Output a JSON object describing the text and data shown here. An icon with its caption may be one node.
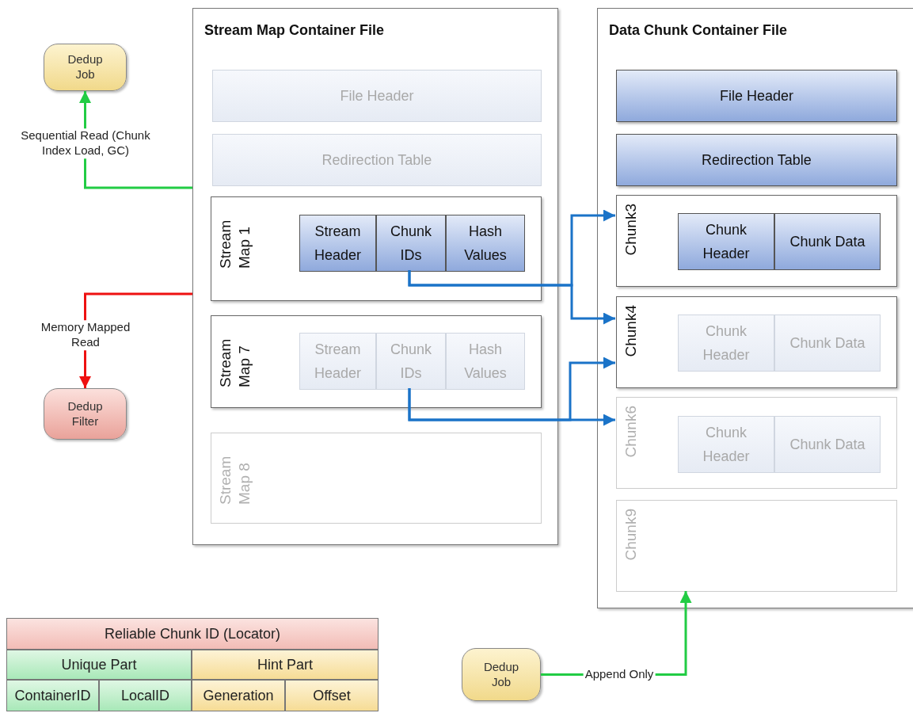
{
  "diagram": {
    "nodes": [
      {
        "text": [
          "Dedup Job"
        ]
      },
      {
        "text": [
          "Dedup Filter"
        ]
      },
      {
        "text": [
          "Stream Map Container File"
        ]
      },
      {
        "text": [
          "File Header"
        ],
        "in": 2
      },
      {
        "text": [
          "Redirection Table"
        ],
        "in": 2
      },
      {
        "text": [
          "Stream Map 1"
        ],
        "in": 2
      },
      {
        "text": [
          "Stream Header"
        ],
        "in": 5
      },
      {
        "text": [
          "Chunk IDs"
        ],
        "in": 5
      },
      {
        "text": [
          "Hash Values"
        ],
        "in": 5
      },
      {
        "text": [
          "Stream Map 7"
        ],
        "in": 2
      },
      {
        "text": [
          "Stream Header"
        ],
        "in": 9
      },
      {
        "text": [
          "Chunk IDs"
        ],
        "in": 9
      },
      {
        "text": [
          "Hash Values"
        ],
        "in": 9
      },
      {
        "text": [
          "Stream Map 8"
        ],
        "in": 2
      },
      {
        "text": [
          "Data Chunk Container File"
        ]
      },
      {
        "text": [
          "File Header"
        ],
        "in": 14
      },
      {
        "text": [
          "Redirection Table"
        ],
        "in": 14
      },
      {
        "text": [
          "Chunk3"
        ],
        "in": 14
      },
      {
        "text": [
          "Chunk Header"
        ],
        "in": 17
      },
      {
        "text": [
          "Chunk Data"
        ],
        "in": 17
      },
      {
        "text": [
          "Chunk4"
        ],
        "in": 14
      },
      {
        "text": [
          "Chunk Header"
        ],
        "in": 20
      },
      {
        "text": [
          "Chunk Data"
        ],
        "in": 20
      },
      {
        "text": [
          "Chunk6"
        ],
        "in": 14
      },
      {
        "text": [
          "Chunk Header"
        ],
        "in": 23
      },
      {
        "text": [
          "Chunk Data"
        ],
        "in": 23
      },
      {
        "text": [
          "Chunk9"
        ],
        "in": 14
      },
      {
        "text": [
          "Dedup Job"
        ]
      }
    ],
    "edges": [
      {
        "from": 2,
        "to": 0,
        "arrow": "to",
        "label": "Sequential Read (Chunk Index Load, GC)",
        "color": "#22cc44"
      },
      {
        "from": 2,
        "to": 1,
        "arrow": "to",
        "label": "Memory Mapped Read",
        "color": "#ee1111"
      },
      {
        "from": 7,
        "to": 17,
        "arrow": "to"
      },
      {
        "from": 7,
        "to": 20,
        "arrow": "to"
      },
      {
        "from": 11,
        "to": 20,
        "arrow": "to"
      },
      {
        "from": 11,
        "to": 23,
        "arrow": "to"
      },
      {
        "from": 27,
        "to": 26,
        "arrow": "to",
        "label": "Append Only",
        "color": "#22cc44"
      }
    ],
    "labels": [
      "Reliable Chunk ID (Locator)",
      "Unique Part",
      "Hint Part",
      "ContainerID",
      "LocalID",
      "Generation",
      "Offset"
    ]
  }
}
